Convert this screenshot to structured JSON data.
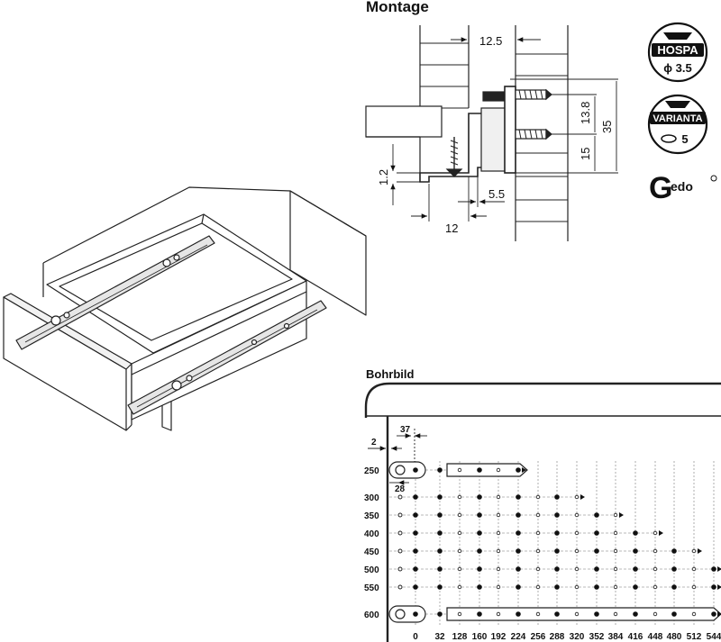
{
  "montage": {
    "title": "Montage",
    "dims": {
      "d12_5": "12.5",
      "d13_8": "13.8",
      "d35": "35",
      "d15": "15",
      "d1_2": "1.2",
      "d5_5": "5.5",
      "d12": "12"
    }
  },
  "logos": {
    "hospa": {
      "name": "HOSPA",
      "sub": "ϕ 3.5"
    },
    "varianta": {
      "name": "VARIANTA",
      "sub": "5"
    },
    "gedo": {
      "big": "G",
      "small": "edo"
    }
  },
  "bohrbild": {
    "title": "Bohrbild",
    "dim_37": "37",
    "dim_2": "2",
    "dim_28": "28",
    "row_labels": [
      "250",
      "300",
      "350",
      "400",
      "450",
      "500",
      "550",
      "600"
    ],
    "x_labels": [
      "0",
      "32",
      "128",
      "160",
      "192",
      "224",
      "256",
      "288",
      "320",
      "352",
      "384",
      "416",
      "448",
      "480",
      "512",
      "544"
    ]
  },
  "colors": {
    "line": "#222222",
    "fill": "#ffffff",
    "shade": "#e6e6e6",
    "dark": "#111111"
  }
}
